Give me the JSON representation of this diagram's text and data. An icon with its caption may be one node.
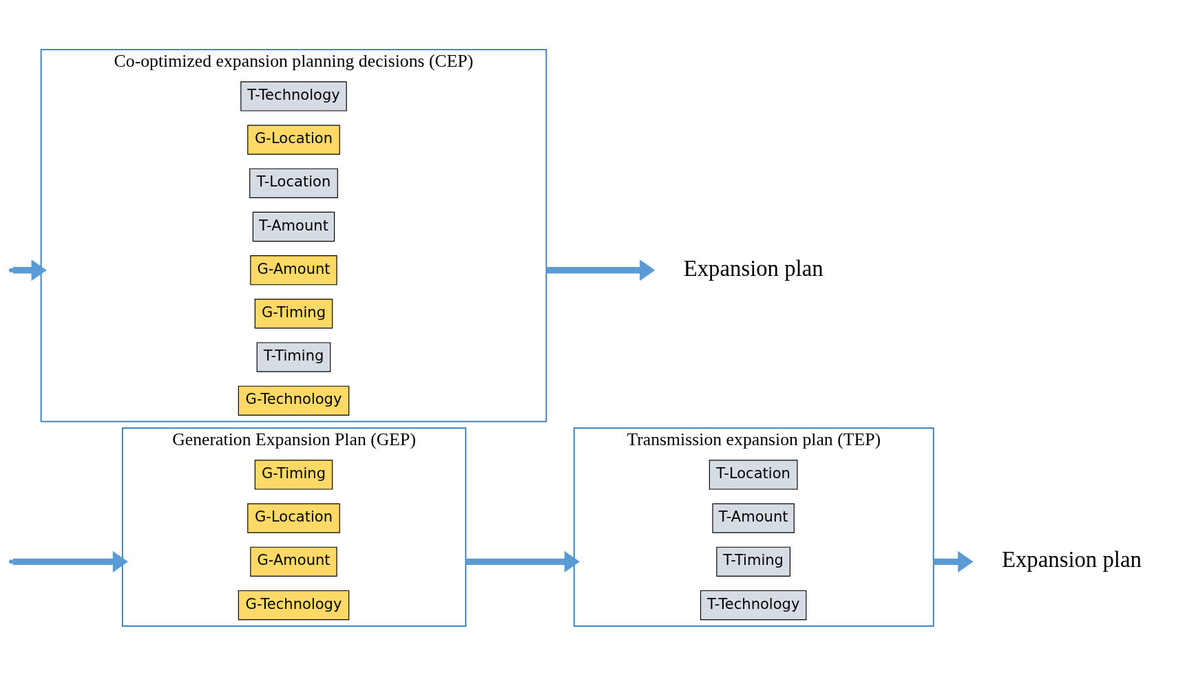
{
  "diagram": {
    "nodes": [
      {
        "text": [
          "Generation Expansion Plan (GEP)"
        ]
      },
      {
        "text": [
          "G-Timing"
        ],
        "in": 0
      },
      {
        "text": [
          "G-Location"
        ],
        "in": 0
      },
      {
        "text": [
          "G-Amount"
        ],
        "in": 0
      },
      {
        "text": [
          "G-Technology"
        ],
        "in": 0
      },
      {
        "text": [
          "Transmission expansion plan (TEP)"
        ]
      },
      {
        "text": [
          "T-Location"
        ],
        "in": 5
      },
      {
        "text": [
          "T-Amount"
        ],
        "in": 5
      },
      {
        "text": [
          "T-Timing"
        ],
        "in": 5
      },
      {
        "text": [
          "T-Technology"
        ],
        "in": 5
      },
      {
        "text": [
          "Expansion plan"
        ]
      },
      {
        "text": [
          "Co-optimized expansion planning decisions (CEP)"
        ]
      },
      {
        "text": [
          "T-Technology"
        ],
        "in": 11
      },
      {
        "text": [
          "G-Location"
        ],
        "in": 11
      },
      {
        "text": [
          "T-Location"
        ],
        "in": 11
      },
      {
        "text": [
          "T-Amount"
        ],
        "in": 11
      },
      {
        "text": [
          "G-Amount"
        ],
        "in": 11
      },
      {
        "text": [
          "G-Timing"
        ],
        "in": 11
      },
      {
        "text": [
          "T-Timing"
        ],
        "in": 11
      },
      {
        "text": [
          "G-Technology"
        ],
        "in": 11
      },
      {
        "text": [
          "Expansion plan"
        ]
      }
    ],
    "edges": [
      {
        "from": null,
        "to": 0,
        "arrow": "to"
      },
      {
        "from": 0,
        "to": 5,
        "arrow": "to"
      },
      {
        "from": 5,
        "to": 10,
        "arrow": "to"
      },
      {
        "from": null,
        "to": 11,
        "arrow": "to"
      },
      {
        "from": 11,
        "to": 20,
        "arrow": "to"
      }
    ]
  }
}
